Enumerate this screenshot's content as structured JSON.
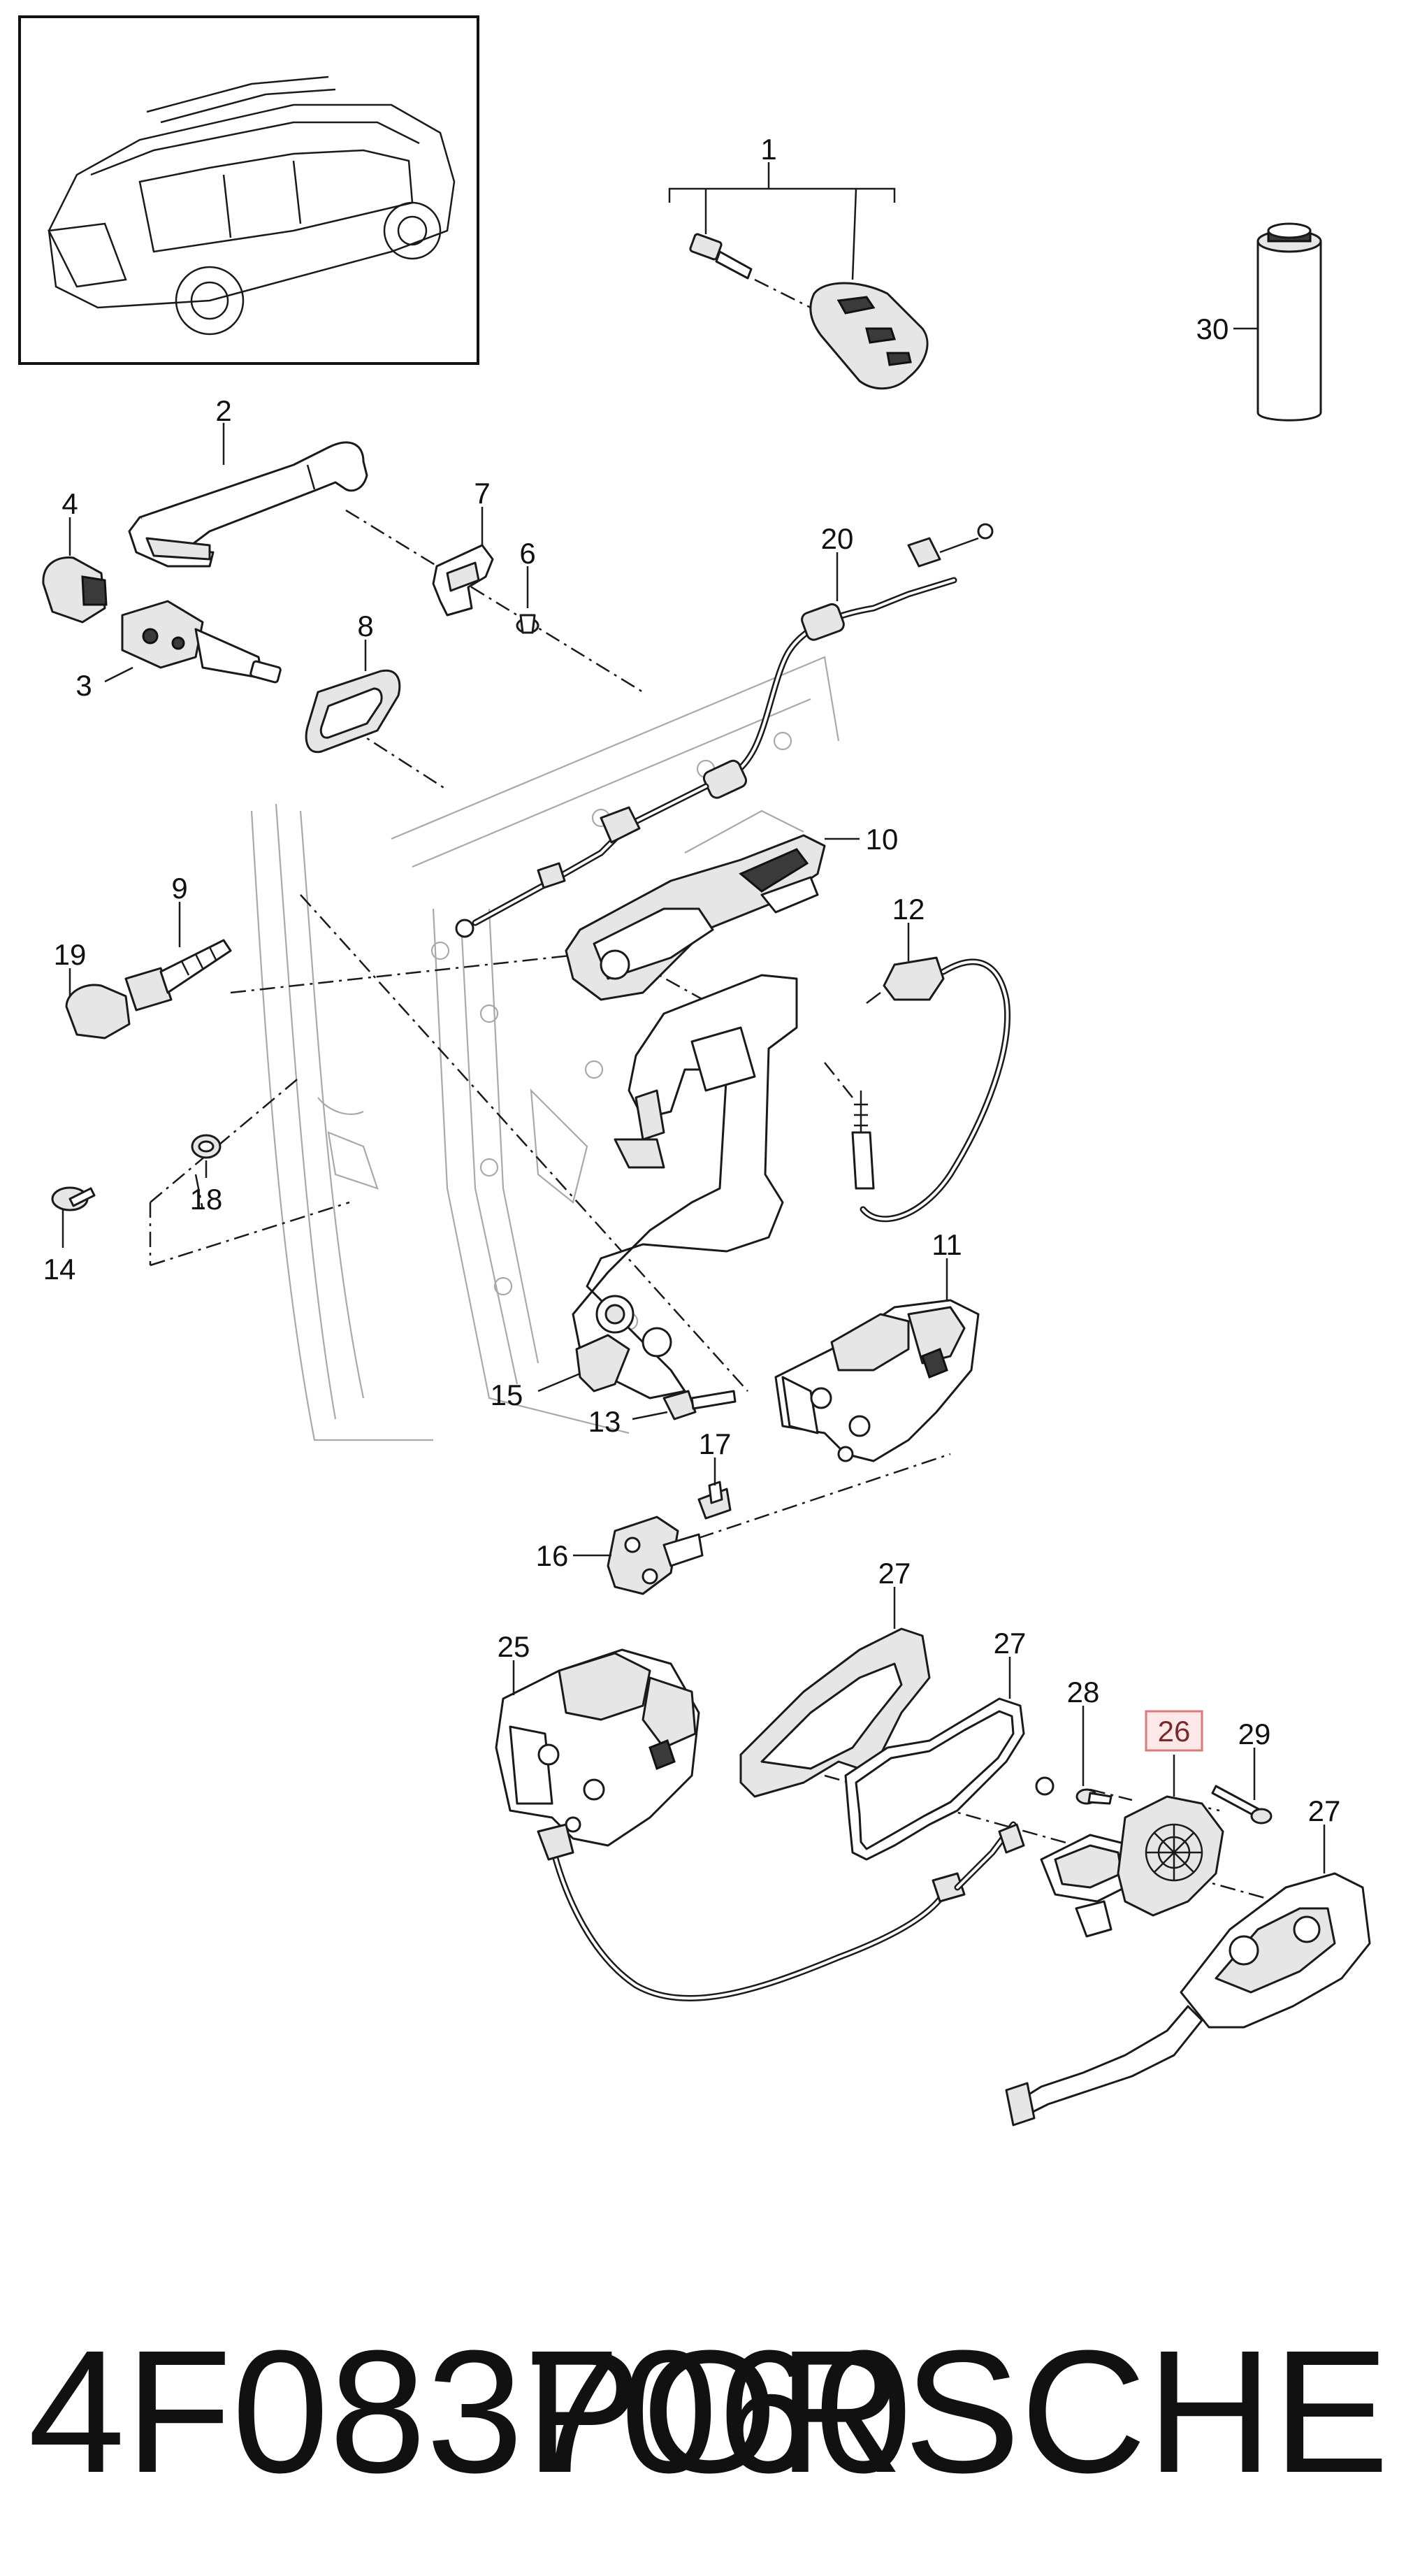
{
  "diagram": {
    "labels": {
      "l1": "1",
      "l2": "2",
      "l3": "3",
      "l4": "4",
      "l6": "6",
      "l7": "7",
      "l8": "8",
      "l9": "9",
      "l10": "10",
      "l11": "11",
      "l12": "12",
      "l13": "13",
      "l14": "14",
      "l15": "15",
      "l16": "16",
      "l17": "17",
      "l18": "18",
      "l19": "19",
      "l20": "20",
      "l25": "25",
      "l26": "26",
      "l27a": "27",
      "l27b": "27",
      "l27c": "27",
      "l28": "28",
      "l29": "29",
      "l30": "30"
    },
    "highlighted_part": "26",
    "highlight_color": "#e8a6a6"
  },
  "footer": {
    "part_number": "4F0837060",
    "brand": "PORSCHE"
  }
}
